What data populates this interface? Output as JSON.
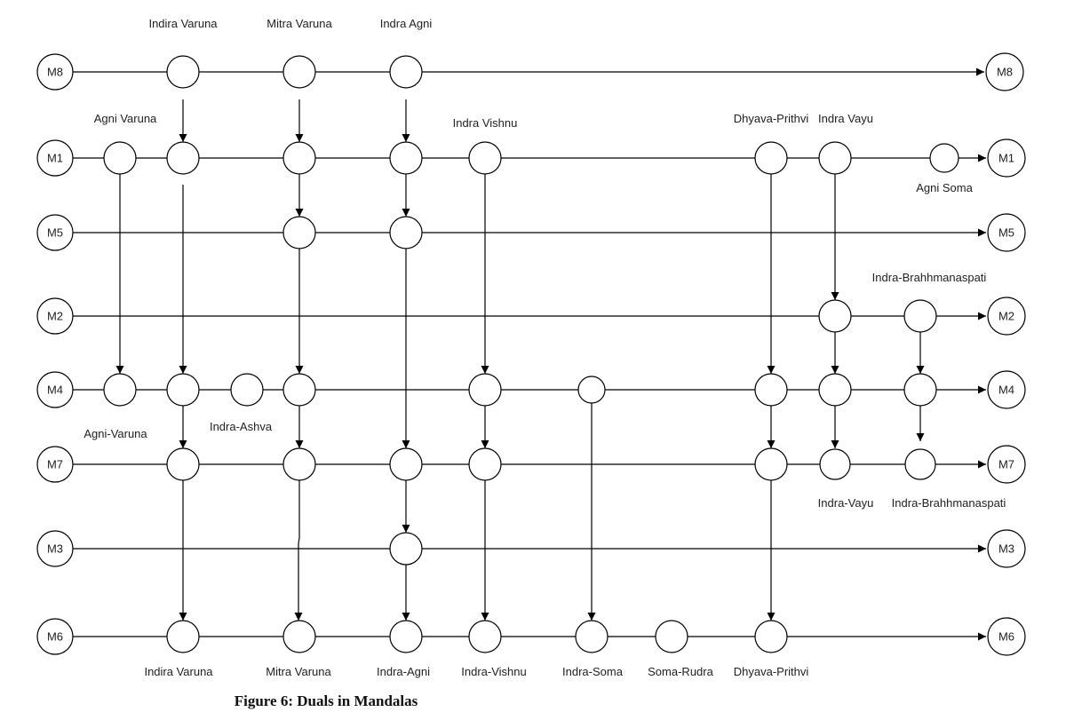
{
  "mandalas": [
    "M8",
    "M1",
    "M5",
    "M2",
    "M4",
    "M7",
    "M3",
    "M6"
  ],
  "labels": {
    "indira_varuna_top": "Indira Varuna",
    "mitra_varuna_top": "Mitra Varuna",
    "indra_agni_top": "Indra Agni",
    "agni_varuna": "Agni Varuna",
    "indra_vishnu_top": "Indra Vishnu",
    "dhyava_prithvi_top": "Dhyava-Prithvi",
    "indra_vayu_top": "Indra Vayu",
    "agni_soma": "Agni Soma",
    "indra_brahhmanaspati_top": "Indra-Brahhmanaspati",
    "agni_varuna_m4": "Agni-Varuna",
    "indra_ashva": "Indra-Ashva",
    "indra_vayu_m7": "Indra-Vayu",
    "indra_brahhmanaspati_m7": "Indra-Brahhmanaspati",
    "indira_varuna_bottom": "Indira Varuna",
    "mitra_varuna_bottom": "Mitra Varuna",
    "indra_agni_bottom": "Indra-Agni",
    "indra_vishnu_bottom": "Indra-Vishnu",
    "indra_soma": "Indra-Soma",
    "soma_rudra": "Soma-Rudra",
    "dhyava_prithvi_bottom": "Dhyava-Prithvi"
  },
  "caption": "Figure 6: Duals in Mandalas"
}
